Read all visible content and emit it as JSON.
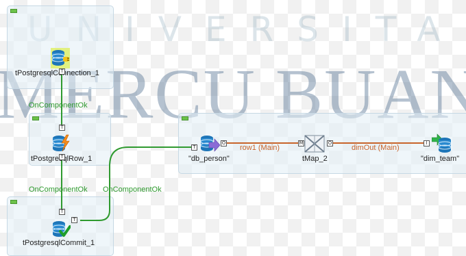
{
  "watermark": {
    "top": "UNIVERSITAS",
    "main": "MERCU BUANA"
  },
  "components": {
    "conn1": {
      "label": "tPostgresqlConnection_1"
    },
    "row1": {
      "label": "tPostgresqlRow_1"
    },
    "commit1": {
      "label": "tPostgresqlCommit_1"
    },
    "db_person": {
      "label": "\"db_person\""
    },
    "tmap2": {
      "label": "tMap_2"
    },
    "dim_team": {
      "label": "\"dim_team\""
    }
  },
  "triggers": {
    "t1": "OnComponentOk",
    "t2": "OnComponentOk",
    "t3": "OnComponentOk"
  },
  "connections": {
    "row1_main": "row1 (Main)",
    "dimout_main": "dimOut (Main)"
  },
  "ports": {
    "trigger": "T",
    "output": "O",
    "main": "M",
    "input": "I"
  },
  "colors": {
    "trigger_line": "#2f9a2f",
    "main_line": "#c8642a",
    "subjob_bg": "#e2eef6"
  },
  "icons": [
    "database-icon",
    "lightning-icon",
    "check-icon",
    "arrow-right-icon",
    "tmap-icon"
  ]
}
